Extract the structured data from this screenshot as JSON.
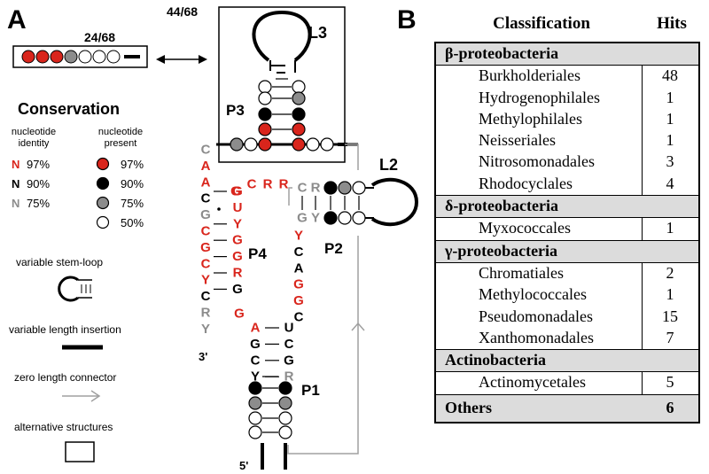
{
  "panel_a": {
    "letter": "A",
    "inset_fraction": "24/68",
    "box_fraction": "44/68",
    "labels": {
      "l3": "L3",
      "p3": "P3",
      "l2": "L2",
      "p2": "P2",
      "p4": "P4",
      "p1": "P1"
    },
    "five_prime": "5'",
    "three_prime": "3'",
    "left_strand": [
      "C",
      "A",
      "A",
      "C",
      "G",
      "C",
      "G",
      "C",
      "Y",
      "C",
      "R",
      "Y"
    ],
    "loop_nts": [
      "G",
      "C",
      "R",
      "R"
    ],
    "p4_right": [
      "G",
      "U",
      "Y",
      "G",
      "G",
      "R",
      "G"
    ],
    "extra_g": "G",
    "p2_left": [
      "C",
      "R"
    ],
    "p2_left2": [
      "G",
      "Y"
    ],
    "p2_stem3": [
      "Y",
      "C",
      "A",
      "G",
      "G",
      "C"
    ],
    "p1_left": [
      "A",
      "G",
      "C",
      "Y"
    ],
    "p1_right": [
      "U",
      "C",
      "G",
      "R"
    ]
  },
  "legend": {
    "title": "Conservation",
    "identity_header": "nucleotide identity",
    "present_header": "nucleotide present",
    "identity_items": [
      {
        "letter": "N",
        "pct": "97%",
        "color": "#d9251c"
      },
      {
        "letter": "N",
        "pct": "90%",
        "color": "#000000"
      },
      {
        "letter": "N",
        "pct": "75%",
        "color": "#8c8c8c"
      }
    ],
    "present_items": [
      {
        "pct": "97%",
        "fill": "#d9251c"
      },
      {
        "pct": "90%",
        "fill": "#000000"
      },
      {
        "pct": "75%",
        "fill": "#8c8c8c"
      },
      {
        "pct": "50%",
        "fill": "#ffffff"
      }
    ],
    "stem_loop": "variable stem-loop",
    "length_insertion": "variable length insertion",
    "zero_connector": "zero length connector",
    "alt_structures": "alternative structures"
  },
  "panel_b": {
    "letter": "B",
    "col_classification": "Classification",
    "col_hits": "Hits",
    "groups": [
      {
        "name": "β-proteobacteria",
        "items": [
          {
            "name": "Burkholderiales",
            "hits": "48"
          },
          {
            "name": "Hydrogenophilales",
            "hits": "1"
          },
          {
            "name": "Methylophilales",
            "hits": "1"
          },
          {
            "name": "Neisseriales",
            "hits": "1"
          },
          {
            "name": "Nitrosomonadales",
            "hits": "3"
          },
          {
            "name": "Rhodocyclales",
            "hits": "4"
          }
        ]
      },
      {
        "name": "δ-proteobacteria",
        "items": [
          {
            "name": "Myxococcales",
            "hits": "1"
          }
        ]
      },
      {
        "name": "γ-proteobacteria",
        "items": [
          {
            "name": "Chromatiales",
            "hits": "2"
          },
          {
            "name": "Methylococcales",
            "hits": "1"
          },
          {
            "name": "Pseudomonadales",
            "hits": "15"
          },
          {
            "name": "Xanthomonadales",
            "hits": "7"
          }
        ]
      },
      {
        "name": "Actinobacteria",
        "items": [
          {
            "name": "Actinomycetales",
            "hits": "5"
          }
        ]
      }
    ],
    "others": {
      "name": "Others",
      "hits": "6"
    }
  },
  "colors": {
    "red": "#d9251c",
    "black": "#000000",
    "gray": "#8c8c8c",
    "connector": "#a0a0a0",
    "table_shade": "#dcdcdc"
  }
}
